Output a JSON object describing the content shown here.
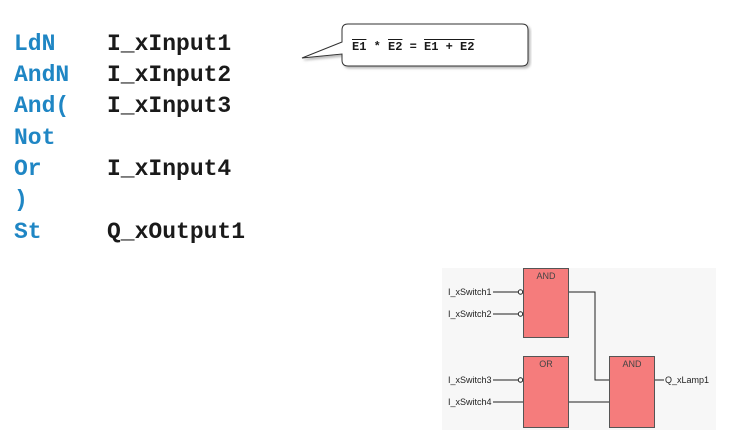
{
  "il_program": {
    "lines": [
      {
        "op": "LdN",
        "operand": "I_xInput1"
      },
      {
        "op": "AndN",
        "operand": "I_xInput2"
      },
      {
        "op": "And(",
        "operand": "I_xInput3"
      },
      {
        "op": "Not",
        "operand": ""
      },
      {
        "op": "Or",
        "operand": "I_xInput4"
      },
      {
        "op": ")",
        "operand": ""
      },
      {
        "op": "St",
        "operand": "Q_xOutput1"
      }
    ]
  },
  "callout": {
    "lhs_a": "E1",
    "op_and": "*",
    "lhs_b": "E2",
    "equals": "=",
    "rhs": "E1 + E2"
  },
  "fbd": {
    "inputs": [
      "I_xSwitch1",
      "I_xSwitch2",
      "I_xSwitch3",
      "I_xSwitch4"
    ],
    "blocks": {
      "and_top": "AND",
      "or": "OR",
      "and_out": "AND"
    },
    "output": "Q_xLamp1"
  },
  "colors": {
    "keyword": "#1f86c4",
    "block_fill": "#f57c7c"
  }
}
